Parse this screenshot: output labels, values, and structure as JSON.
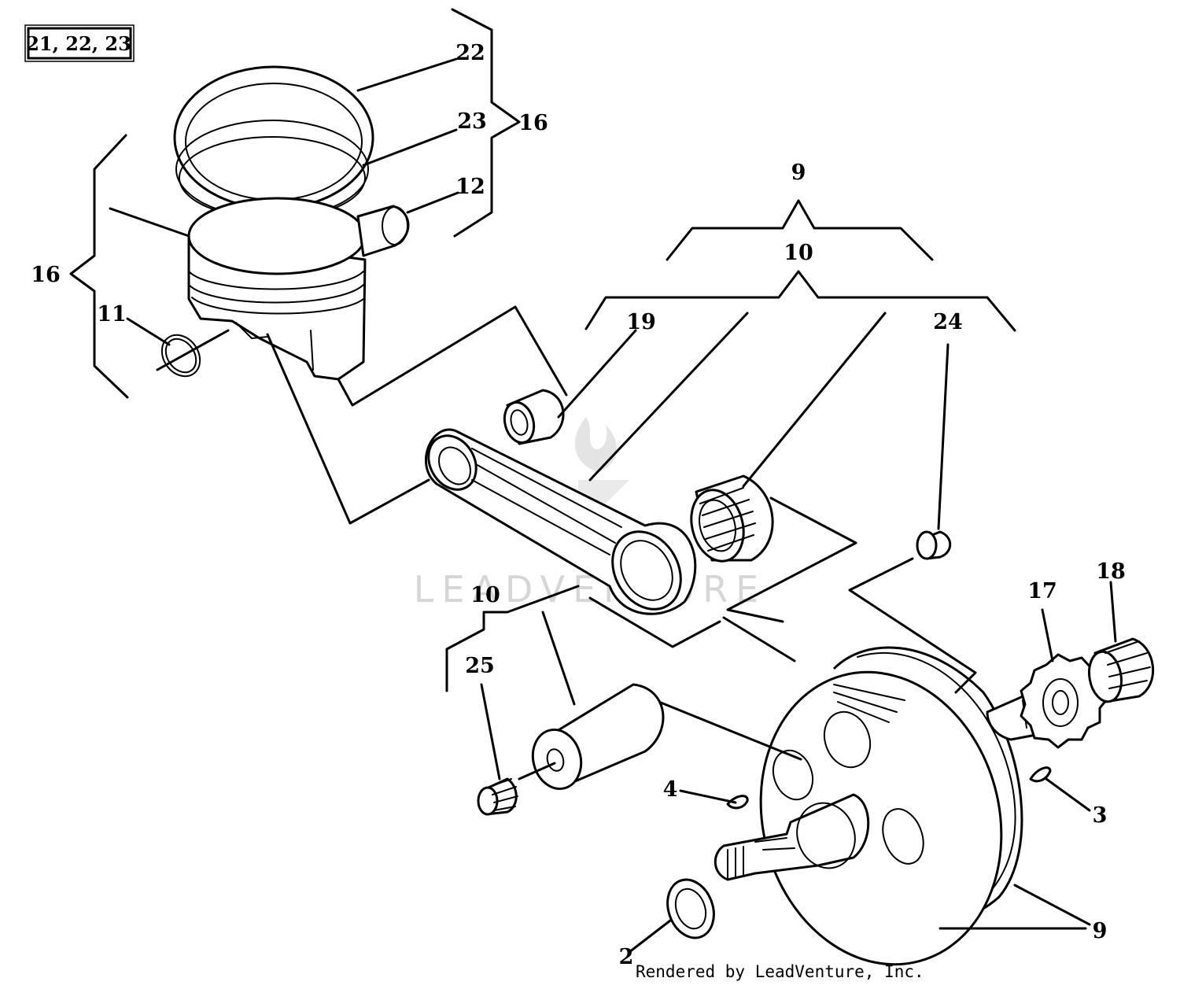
{
  "reference_box": "21, 22, 23",
  "watermark": "LEADVENTURE",
  "credit": "Rendered by LeadVenture, Inc.",
  "callouts": {
    "c22": "22",
    "c23": "23",
    "c12": "12",
    "c16_right": "16",
    "c16_left": "16",
    "c11": "11",
    "c9_top": "9",
    "c10_top": "10",
    "c19": "19",
    "c24": "24",
    "c10_left": "10",
    "c25": "25",
    "c17": "17",
    "c18": "18",
    "c4": "4",
    "c3": "3",
    "c2": "2",
    "c9_bottom": "9"
  }
}
